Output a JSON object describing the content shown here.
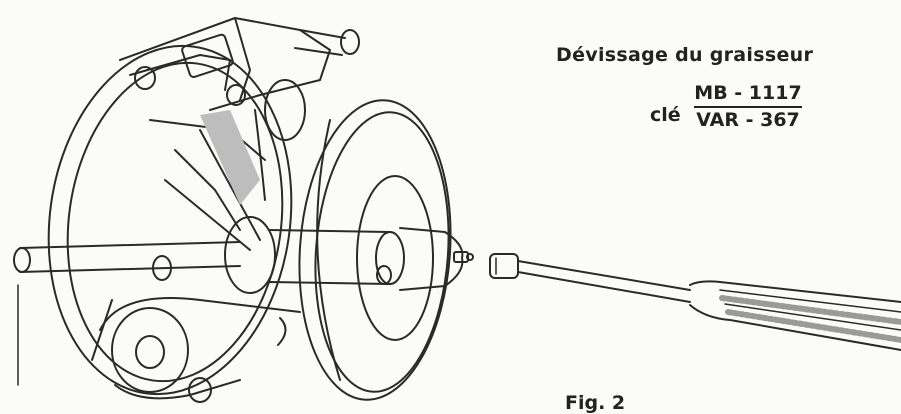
{
  "caption": {
    "title": "Dévissage du graisseur",
    "tool_prefix": "clé",
    "tool_ref_top": "MB - 1117",
    "tool_ref_bottom": "VAR - 367"
  },
  "figure_number": "Fig. 2",
  "colors": {
    "ink": "#2a2a2a",
    "paper": "#fbfbfa",
    "shade": "#bdbdbd"
  }
}
